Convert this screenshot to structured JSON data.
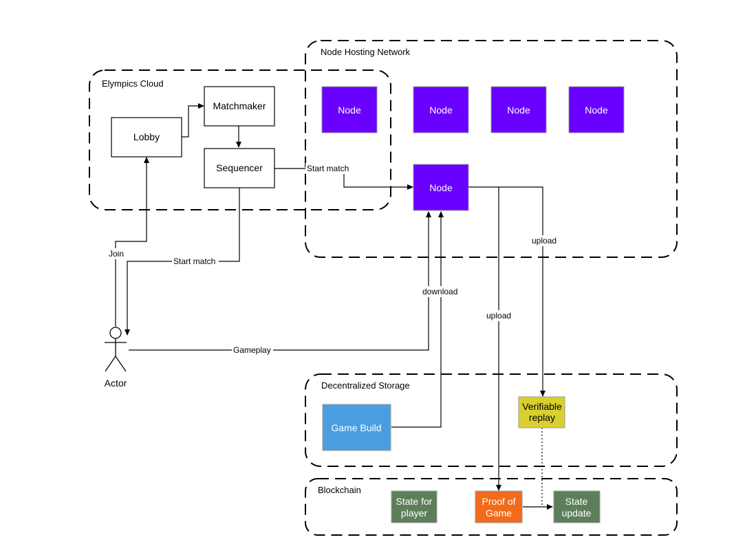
{
  "groups": {
    "node_hosting_network": "Node Hosting Network",
    "elympics_cloud": "Elympics Cloud",
    "decentralized_storage": "Decentralized Storage",
    "blockchain": "Blockchain"
  },
  "boxes": {
    "matchmaker": "Matchmaker",
    "lobby": "Lobby",
    "sequencer": "Sequencer",
    "node_1": "Node",
    "node_2": "Node",
    "node_3": "Node",
    "node_4": "Node",
    "node_main": "Node",
    "game_build": "Game Build",
    "verifiable_replay": [
      "Verifiable",
      "replay"
    ],
    "state_for_player": [
      "State for",
      "player"
    ],
    "proof_of_game": [
      "Proof of",
      "Game"
    ],
    "state_update": [
      "State",
      "update"
    ]
  },
  "actor": {
    "label": "Actor"
  },
  "edges": {
    "start_match_node": "Start match",
    "join": "Join",
    "start_match_actor": "Start match",
    "gameplay": "Gameplay",
    "download": "download",
    "upload_pog": "upload",
    "upload_replay": "upload"
  },
  "colors": {
    "node": "#6a00ff",
    "game_build": "#4a9ee0",
    "verifiable_replay": "#d9d02f",
    "proof_of_game": "#f26a1b",
    "state": "#5c7f5a"
  }
}
